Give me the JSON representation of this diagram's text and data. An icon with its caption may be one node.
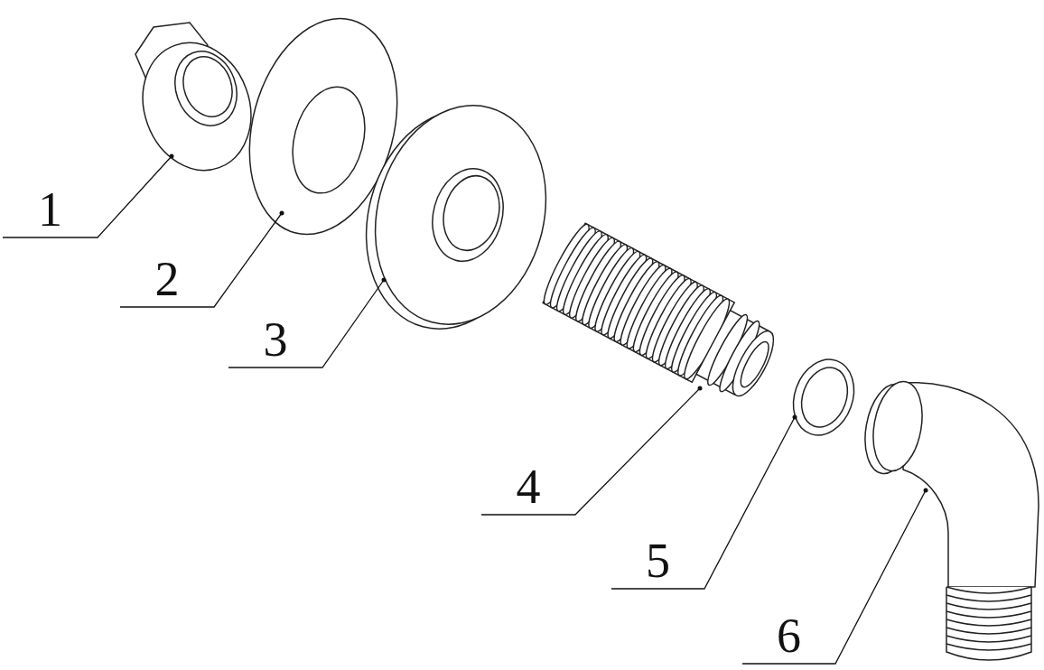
{
  "diagram": {
    "nodes": [
      {
        "text": [
          "1"
        ]
      },
      {
        "text": [
          "2"
        ]
      },
      {
        "text": [
          "3"
        ]
      },
      {
        "text": [
          "4"
        ]
      },
      {
        "text": [
          "5"
        ]
      },
      {
        "text": [
          "6"
        ]
      },
      {
        "text": [],
        "shape": "picture"
      },
      {
        "text": [],
        "shape": "picture"
      },
      {
        "text": [],
        "shape": "picture"
      },
      {
        "text": [],
        "shape": "picture"
      },
      {
        "text": [],
        "shape": "picture"
      },
      {
        "text": [],
        "shape": "picture"
      }
    ],
    "edges": [
      {
        "from": 0,
        "to": 6,
        "arrow": "none"
      },
      {
        "from": 1,
        "to": 7,
        "arrow": "none"
      },
      {
        "from": 2,
        "to": 8,
        "arrow": "none"
      },
      {
        "from": 3,
        "to": 9,
        "arrow": "none"
      },
      {
        "from": 4,
        "to": 10,
        "arrow": "none"
      },
      {
        "from": 5,
        "to": 11,
        "arrow": "none"
      }
    ]
  }
}
